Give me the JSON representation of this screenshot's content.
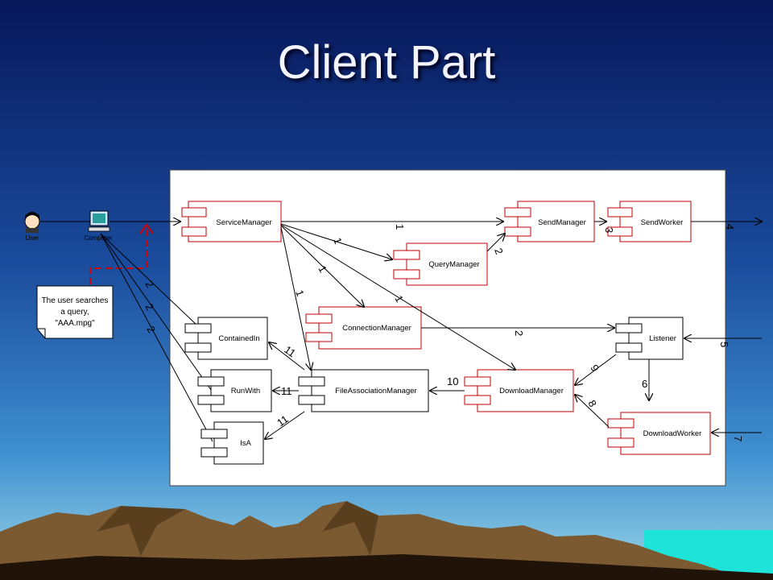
{
  "title": "Client Part",
  "actors": {
    "user": "User",
    "computer": "Computer"
  },
  "note": {
    "lines": [
      "The user searches",
      "a query,",
      "\"AAA.mpg\""
    ]
  },
  "components": {
    "service_manager": "ServiceManager",
    "send_manager": "SendManager",
    "send_worker": "SendWorker",
    "query_manager": "QueryManager",
    "connection_manager": "ConnectionManager",
    "listener": "Listener",
    "contained_in": "ContainedIn",
    "run_with": "RunWith",
    "is_a": "IsA",
    "file_association_manager": "FileAssociationManager",
    "download_manager": "DownloadManager",
    "download_worker": "DownloadWorker"
  },
  "message_numbers": {
    "sm_to_send": "1",
    "sm_to_query": "1",
    "query_to_send": "2",
    "send_to_worker": "3",
    "sm_to_conn": "1",
    "sm_to_download": "1",
    "sm_to_fam": "1",
    "conn_to_listener": "2",
    "comp_to_contained": "2",
    "comp_to_runwith": "2",
    "comp_to_isa": "2",
    "fam_to_contained": "11",
    "fam_to_runwith": "11",
    "fam_to_isa": "11",
    "download_to_fam": "10",
    "listener_to_download": "9",
    "listener_to_worker": "6",
    "worker_to_download": "8",
    "external_in_listener": "5",
    "external_in_worker": "7",
    "external_out_worker": "4"
  },
  "colors": {
    "sky_top": "#0a1f66",
    "sky_bottom": "#2d78c4",
    "horizon": "#8fd4e8",
    "mountain": "#7a5a33",
    "ground": "#1a0f08",
    "sea": "#1ce0d8",
    "component_red": "#c00000",
    "dashed_red": "#d00000"
  }
}
